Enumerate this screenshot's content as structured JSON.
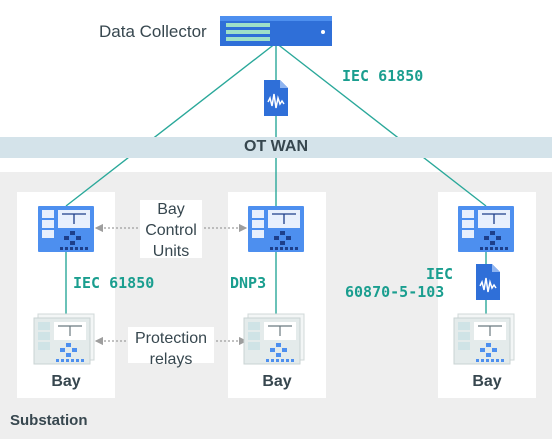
{
  "collector": {
    "label": "Data Collector",
    "icon": "server-icon"
  },
  "wan": {
    "label": "OT WAN"
  },
  "substation": {
    "label": "Substation"
  },
  "bays": [
    {
      "label": "Bay"
    },
    {
      "label": "Bay"
    },
    {
      "label": "Bay"
    }
  ],
  "protocols": {
    "top": "IEC 61850",
    "bay1": "IEC 61850",
    "bay2": "DNP3",
    "bay3_line1": "IEC",
    "bay3_line2": "60870-5-103"
  },
  "annotations": {
    "bcu_line1": "Bay",
    "bcu_line2": "Control",
    "bcu_line3": "Units",
    "relays_line1": "Protection",
    "relays_line2": "relays"
  },
  "colors": {
    "link": "#2aa89a",
    "wan_band": "#d4e3ea",
    "substation_bg": "#eeeeee",
    "device_blue": "#4d8fef",
    "relay_gray": "#e4ebeb",
    "text": "#37474f"
  }
}
